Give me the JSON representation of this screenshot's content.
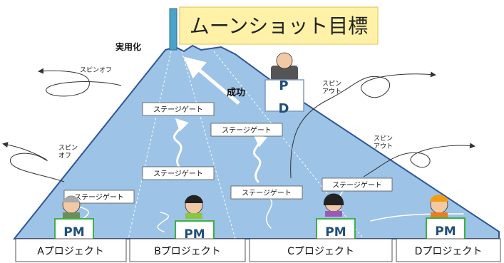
{
  "goal": "ムーンショット目標",
  "practical_use": "実用化",
  "success": "成功",
  "pd_letters": [
    "P",
    "D"
  ],
  "pm_label": "PM",
  "stage_gate": "ステージゲート",
  "spinoff": [
    "スピン",
    "オフ"
  ],
  "spinoff_inline": "スピンオフ",
  "spinout": [
    "スピン",
    "アウト"
  ],
  "projects": [
    "Aプロジェクト",
    "Bプロジェクト",
    "Cプロジェクト",
    "Dプロジェクト"
  ],
  "colors": {
    "mountain": "#9dc3e6",
    "mountain_edge": "#2f5597",
    "flag": "#fff2a8",
    "pole": "#4aa3c8",
    "pm_border": "#3cb04a",
    "pm_text": "#1f4e79",
    "pd_text": "#1f4e79"
  }
}
